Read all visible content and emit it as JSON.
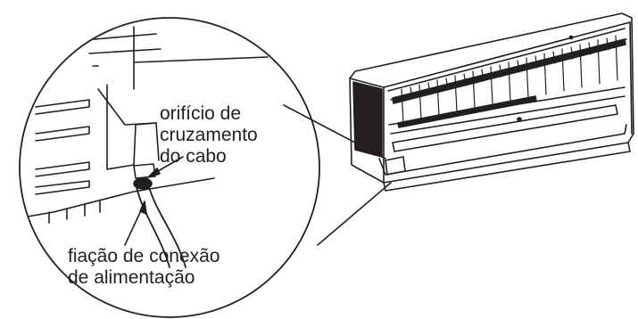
{
  "labels": {
    "hole": {
      "line1": "orifício de",
      "line2": "cruzamento",
      "line3": "do cabo"
    },
    "wire": {
      "line1": "fiação de conexão",
      "line2": "de alimentação"
    }
  },
  "colors": {
    "ink": "#231f20",
    "background": "#ffffff"
  }
}
